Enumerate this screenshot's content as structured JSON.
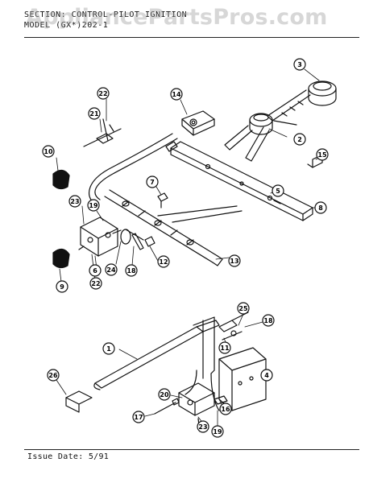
{
  "header": {
    "section_line": "SECTION:   CONTROL-PILOT IGNITION",
    "model_line": "MODEL  (GX*)202-1"
  },
  "watermark": "AppliancePartsPros.com",
  "footer": {
    "issue_date": "Issue Date: 5/91"
  },
  "callouts": [
    {
      "id": "c3",
      "label": "3"
    },
    {
      "id": "c14",
      "label": "14"
    },
    {
      "id": "c22a",
      "label": "22"
    },
    {
      "id": "c21",
      "label": "21"
    },
    {
      "id": "c2",
      "label": "2"
    },
    {
      "id": "c10",
      "label": "10"
    },
    {
      "id": "c15",
      "label": "15"
    },
    {
      "id": "c7",
      "label": "7"
    },
    {
      "id": "c5",
      "label": "5"
    },
    {
      "id": "c8",
      "label": "8"
    },
    {
      "id": "c23a",
      "label": "23"
    },
    {
      "id": "c19a",
      "label": "19"
    },
    {
      "id": "c12",
      "label": "12"
    },
    {
      "id": "c13",
      "label": "13"
    },
    {
      "id": "c24",
      "label": "24"
    },
    {
      "id": "c18a",
      "label": "18"
    },
    {
      "id": "c6",
      "label": "6"
    },
    {
      "id": "c22b",
      "label": "22"
    },
    {
      "id": "c9",
      "label": "9"
    },
    {
      "id": "c25",
      "label": "25"
    },
    {
      "id": "c18b",
      "label": "18"
    },
    {
      "id": "c1",
      "label": "1"
    },
    {
      "id": "c11",
      "label": "11"
    },
    {
      "id": "c4",
      "label": "4"
    },
    {
      "id": "c26",
      "label": "26"
    },
    {
      "id": "c20",
      "label": "20"
    },
    {
      "id": "c16",
      "label": "16"
    },
    {
      "id": "c17",
      "label": "17"
    },
    {
      "id": "c23b",
      "label": "23"
    },
    {
      "id": "c19b",
      "label": "19"
    }
  ]
}
